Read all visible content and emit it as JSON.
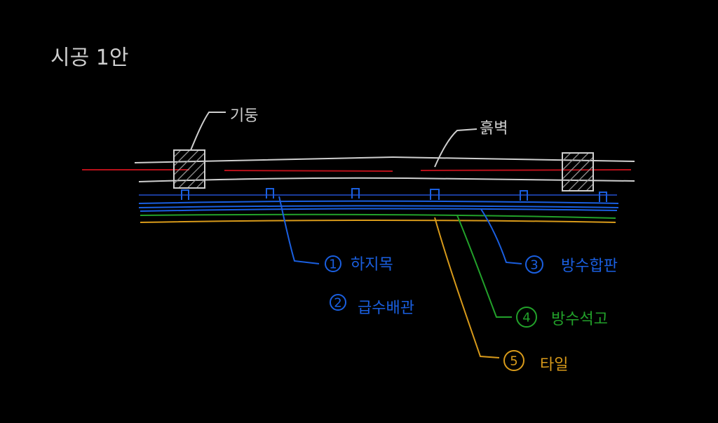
{
  "title": "시공 1안",
  "labels": {
    "column": "기둥",
    "wall": "흙벽"
  },
  "layers": [
    {
      "num": "1",
      "label": "하지목",
      "color": "#1a5fe0"
    },
    {
      "num": "2",
      "label": "급수배관",
      "color": "#1a5fe0"
    },
    {
      "num": "3",
      "label": "방수합판",
      "color": "#1a5fe0"
    },
    {
      "num": "4",
      "label": "방수석고",
      "color": "#22a12a"
    },
    {
      "num": "5",
      "label": "타일",
      "color": "#d89a1a"
    }
  ],
  "colors": {
    "chalk": "#cfcfcf",
    "red": "#b8101a",
    "blue": "#1a5fe0",
    "navy": "#1a3b9a",
    "green": "#22a12a",
    "orange": "#d89a1a"
  }
}
